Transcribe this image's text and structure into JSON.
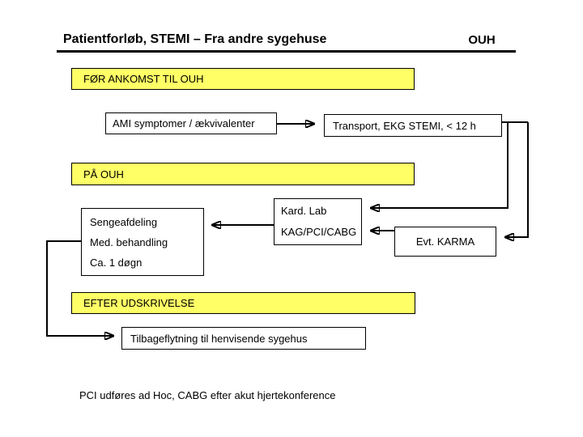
{
  "header": {
    "title": "Patientforløb, STEMI – Fra andre sygehuse",
    "logo": "OUH"
  },
  "sections": {
    "before_arrival": "FØR ANKOMST TIL OUH",
    "at_ouh": "PÅ OUH",
    "after_discharge": "EFTER UDSKRIVELSE"
  },
  "boxes": {
    "ami": "AMI symptomer / ækvivalenter",
    "transport": "Transport, EKG STEMI, < 12 h",
    "kard_lab": {
      "lines": [
        "Kard. Lab",
        "KAG/PCI/CABG"
      ]
    },
    "ward": {
      "lines": [
        "Sengeafdeling",
        "Med. behandling",
        "Ca. 1 døgn"
      ]
    },
    "karma": "Evt. KARMA",
    "transfer": "Tilbageflytning til henvisende sygehus"
  },
  "footnote": "PCI udføres ad Hoc, CABG efter akut hjertekonference",
  "colors": {
    "section_yellow": "#FFFF66",
    "line_black": "#000000"
  }
}
